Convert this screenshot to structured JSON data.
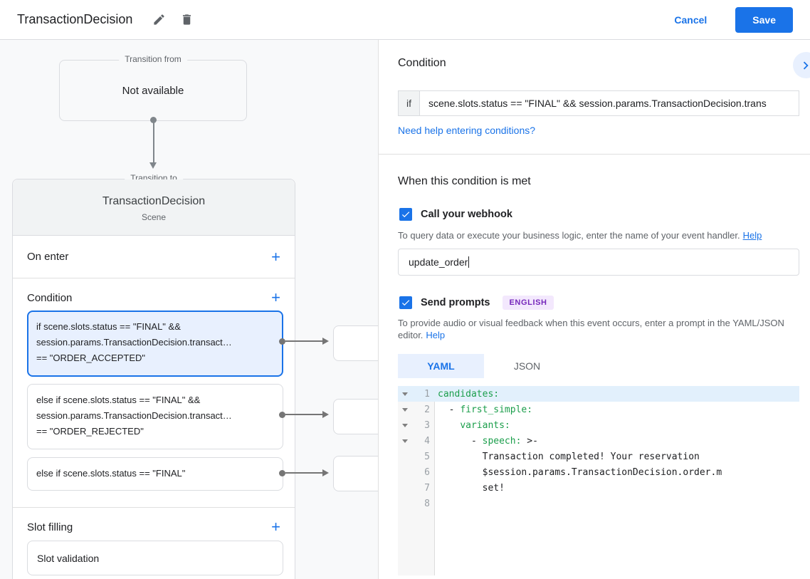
{
  "header": {
    "title": "TransactionDecision",
    "cancel_label": "Cancel",
    "save_label": "Save"
  },
  "icons": {
    "edit": "pencil",
    "delete": "trash",
    "add": "+",
    "expand": "chevron-right",
    "fold": "triangle-down"
  },
  "colors": {
    "accent": "#1a73e8",
    "accent_bg": "#e8f0fe",
    "badge_bg": "#f3e8fd",
    "badge_text": "#7627bb",
    "yaml_key": "#1b9e4b",
    "canvas_bg": "#f8f9fa"
  },
  "diagram": {
    "transition_from": {
      "label": "Transition from",
      "value": "Not available"
    },
    "transition_to": {
      "label": "Transition to",
      "name": "TransactionDecision",
      "type": "Scene",
      "on_enter_label": "On enter",
      "condition_label": "Condition",
      "slot_filling_label": "Slot filling",
      "slot_validation_label": "Slot validation",
      "conditions": [
        {
          "line1": "if scene.slots.status == \"FINAL\" &&",
          "line2": "session.params.TransactionDecision.transact…",
          "line3": "== \"ORDER_ACCEPTED\""
        },
        {
          "line1": "else if scene.slots.status == \"FINAL\" &&",
          "line2": "session.params.TransactionDecision.transact…",
          "line3": "== \"ORDER_REJECTED\""
        },
        {
          "line1": "else if scene.slots.status == \"FINAL\""
        }
      ]
    }
  },
  "panel": {
    "title": "Condition",
    "if_label": "if",
    "condition_expression": "scene.slots.status == \"FINAL\" && session.params.TransactionDecision.trans",
    "conditions_help_link": "Need help entering conditions?",
    "when_met_heading": "When this condition is met",
    "webhook": {
      "label": "Call your webhook",
      "checked": true,
      "description": "To query data or execute your business logic, enter the name of your event handler.",
      "help_link": "Help",
      "value": "update_order"
    },
    "prompts": {
      "label": "Send prompts",
      "checked": true,
      "language_badge": "ENGLISH",
      "description": "To provide audio or visual feedback when this event occurs, enter a prompt in the YAML/JSON editor.",
      "help_link": "Help"
    },
    "tabs": {
      "yaml": "YAML",
      "json": "JSON"
    },
    "editor": {
      "lines": [
        {
          "num": "1",
          "key": "candidates:"
        },
        {
          "num": "2",
          "pre": "  - ",
          "key": "first_simple:"
        },
        {
          "num": "3",
          "pre": "    ",
          "key": "variants:"
        },
        {
          "num": "4",
          "pre": "      - ",
          "key": "speech:",
          "post": " >-"
        },
        {
          "num": "5",
          "pre": "        Transaction completed! Your reservation"
        },
        {
          "num": "6",
          "pre": "        $session.params.TransactionDecision.order.m"
        },
        {
          "num": "7",
          "pre": "        set!"
        },
        {
          "num": "8"
        }
      ]
    }
  }
}
